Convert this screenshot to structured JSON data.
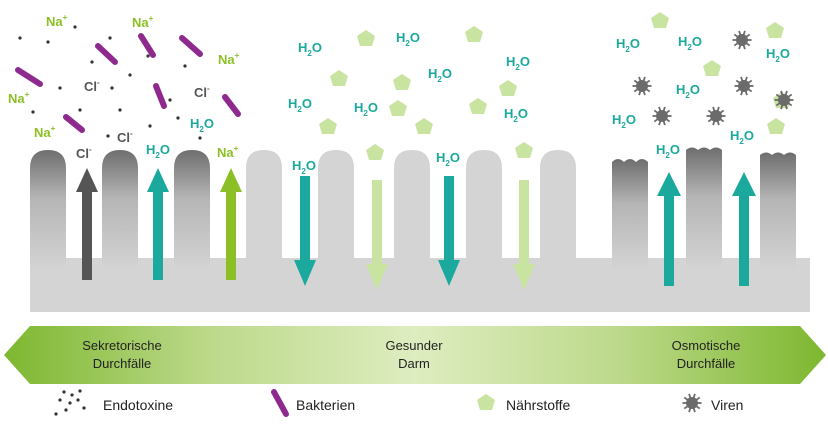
{
  "labels": {
    "na": "Na",
    "na_charge": "+",
    "cl": "Cl",
    "cl_charge": "-",
    "h": "H",
    "h_sub": "2",
    "o": "O"
  },
  "banner": {
    "left_line1": "Sekretorische",
    "left_line2": "Durchfälle",
    "center_line1": "Gesunder",
    "center_line2": "Darm",
    "right_line1": "Osmotische",
    "right_line2": "Durchfälle"
  },
  "legend": {
    "endotoxine": "Endotoxine",
    "bakterien": "Bakterien",
    "naehrstoffe": "Nährstoffe",
    "viren": "Viren"
  },
  "colors": {
    "na": "#8cbf26",
    "cl": "#555555",
    "water": "#1aa99c",
    "bacteria": "#8e2a8e",
    "nutrient": "#c9e4a1",
    "virus": "#6b6b6b",
    "tissue": "#d4d4d4",
    "banner_dark": "#7db72f",
    "banner_light": "#d9eab4"
  }
}
